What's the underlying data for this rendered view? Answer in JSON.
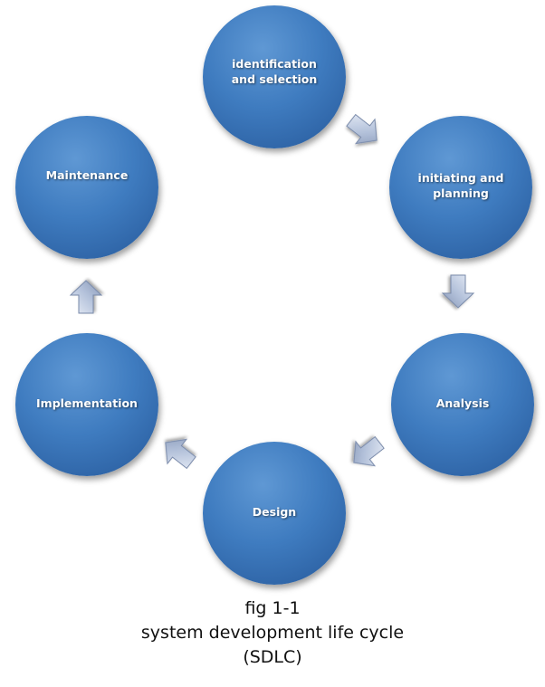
{
  "nodes": [
    {
      "label": "identification\nand selection"
    },
    {
      "label": "initiating and\nplanning"
    },
    {
      "label": "Analysis"
    },
    {
      "label": "Design"
    },
    {
      "label": "Implementation"
    },
    {
      "label": "Maintenance"
    }
  ],
  "caption": {
    "fig": "fig 1-1",
    "title": "system development life cycle",
    "abbrev": "(SDLC)"
  },
  "colors": {
    "node_fill": "#3f7cc0",
    "arrow_fill": "#a9b8d3"
  }
}
